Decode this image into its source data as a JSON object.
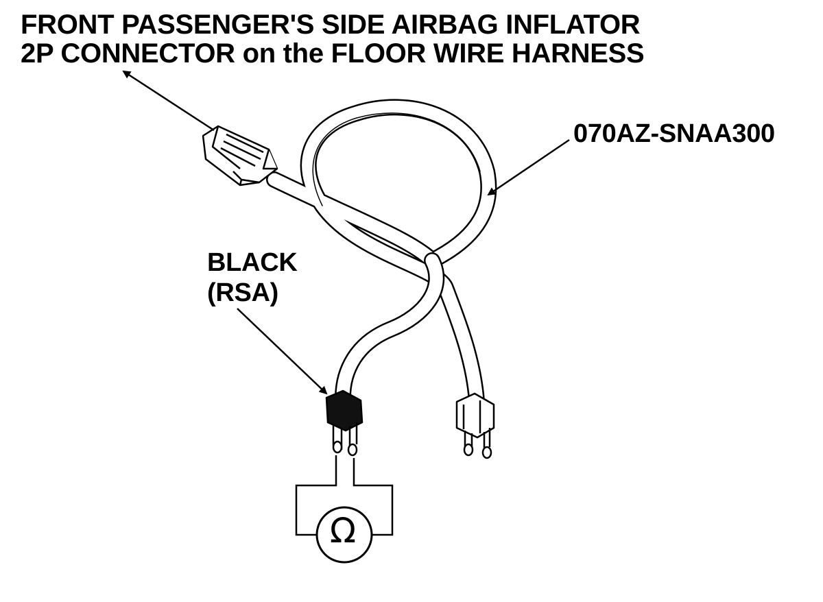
{
  "labels": {
    "connector_title_line1": "FRONT PASSENGER'S SIDE AIRBAG INFLATOR",
    "connector_title_line2": "2P CONNECTOR on the FLOOR WIRE HARNESS",
    "part_number": "070AZ-SNAA300",
    "black_color": "BLACK",
    "rsa": "(RSA)"
  },
  "meter": {
    "symbol": "Ω",
    "icon": "ohmmeter-icon"
  },
  "colors": {
    "line": "#000000",
    "background": "#ffffff",
    "black_plug": "#111111"
  }
}
